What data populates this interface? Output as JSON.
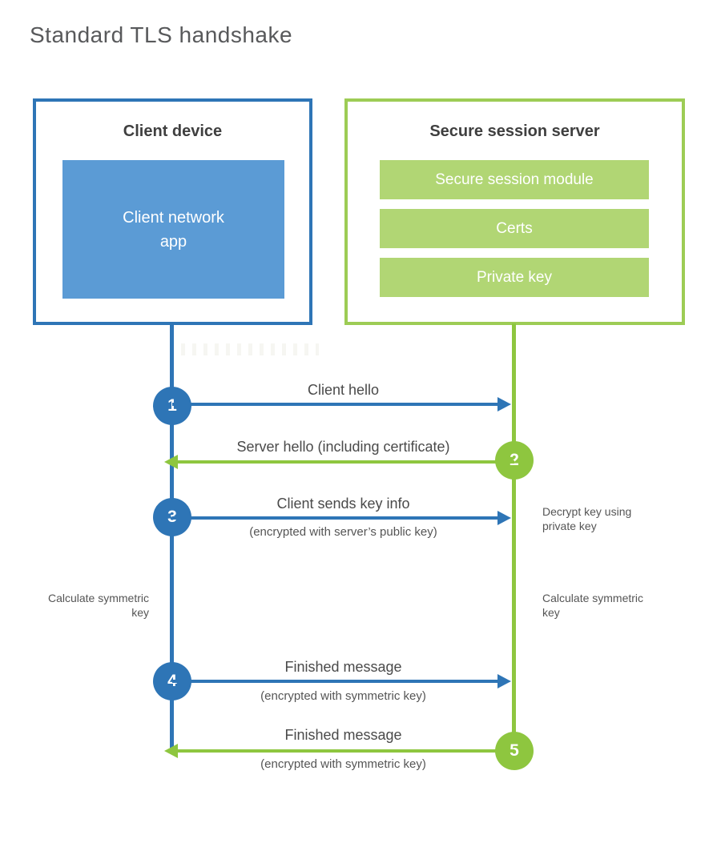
{
  "title": "Standard TLS handshake",
  "colors": {
    "blue_line": "#2e75b6",
    "blue_fill": "#5b9bd5",
    "green_line": "#8ec63f",
    "green_border": "#9dcc55",
    "green_fill": "#b1d674"
  },
  "client": {
    "title": "Client device",
    "app_label": "Client network app"
  },
  "server": {
    "title": "Secure session server",
    "modules": [
      "Secure session module",
      "Certs",
      "Private key"
    ]
  },
  "steps": [
    {
      "num": "1",
      "label": "Client hello",
      "sub": "",
      "direction": "right",
      "color": "blue"
    },
    {
      "num": "2",
      "label": "Server hello (including certificate)",
      "sub": "",
      "direction": "left",
      "color": "green"
    },
    {
      "num": "3",
      "label": "Client sends key info",
      "sub": "(encrypted with server’s public key)",
      "direction": "right",
      "color": "blue"
    },
    {
      "num": "4",
      "label": "Finished message",
      "sub": "(encrypted with symmetric key)",
      "direction": "right",
      "color": "blue"
    },
    {
      "num": "5",
      "label": "Finished message",
      "sub": "(encrypted with symmetric key)",
      "direction": "left",
      "color": "green"
    }
  ],
  "notes": {
    "decrypt": "Decrypt key using private key",
    "calc_left": "Calculate symmetric key",
    "calc_right": "Calculate symmetric key"
  }
}
